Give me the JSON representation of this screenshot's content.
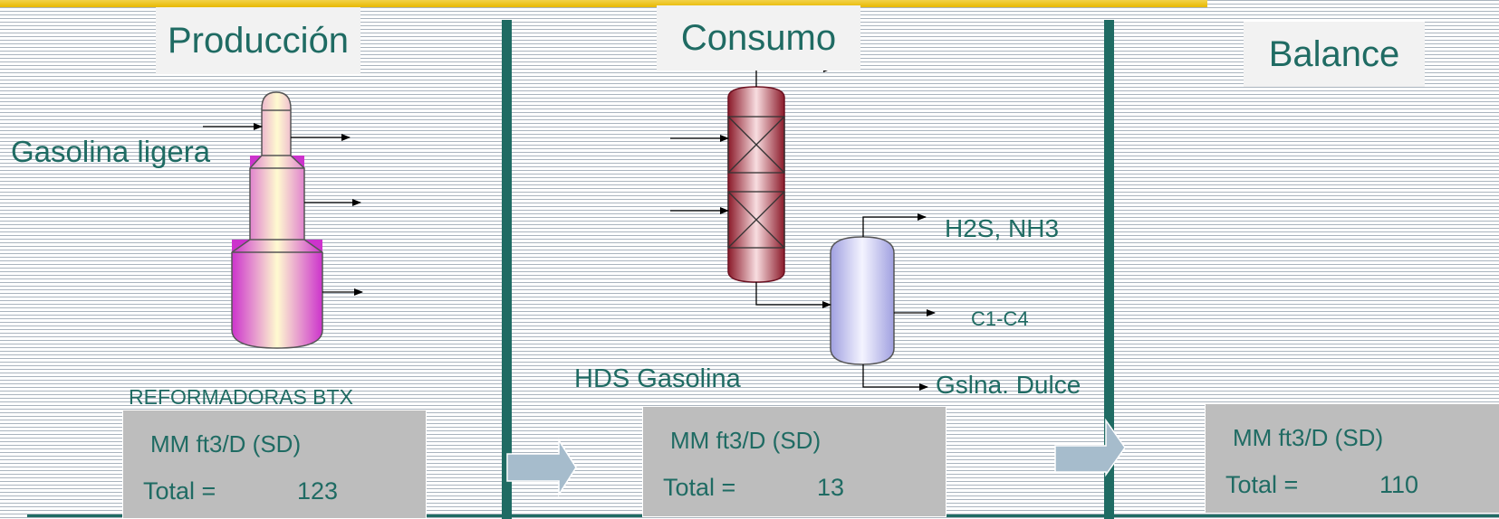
{
  "production": {
    "title": "Producción",
    "feed_label": "Gasolina ligera",
    "unit_label": "REFORMADORAS  BTX",
    "box": {
      "units": "MM ft3/D (SD)",
      "total_label": "Total =",
      "total_value": "123"
    }
  },
  "consumption": {
    "title": "Consumo",
    "unit_label": "HDS Gasolina",
    "outputs": [
      "H2S, NH3",
      "C1-C4",
      "Gslna. Dulce"
    ],
    "box": {
      "units": "MM ft3/D (SD)",
      "total_label": "Total =",
      "total_value": "13"
    }
  },
  "balance": {
    "title": "Balance",
    "box": {
      "units": "MM ft3/D (SD)",
      "total_label": "Total =",
      "total_value": "110"
    }
  },
  "colors": {
    "text": "#1f6b63",
    "divider": "#1f6b63",
    "box_fill": "#bdbdbd",
    "header_fill": "#f2f2f2",
    "reformer_fill": "#cc33cc",
    "reactor_fill": "#8b1a2a",
    "separator_fill": "#c8c8f0",
    "arrow_fill": "#a6bccc"
  },
  "icons": {
    "reformer": "reformer-tower-icon",
    "reactor": "reactor-icon",
    "separator": "separator-vessel-icon",
    "flow_arrow": "block-arrow-icon"
  }
}
